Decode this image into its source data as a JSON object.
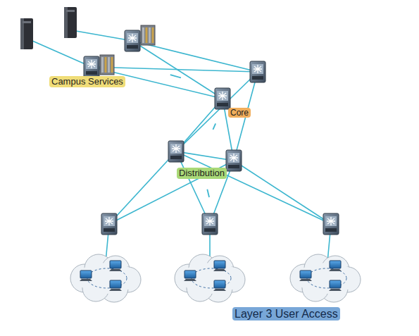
{
  "diagram": {
    "nodes": [
      {
        "text": [
          "Campus Services"
        ]
      },
      {
        "text": [
          "Core"
        ]
      },
      {
        "text": [
          "Distribution"
        ]
      },
      {
        "text": [
          "Layer 3 User Access"
        ]
      }
    ],
    "edges": [
      {
        "from": 0,
        "to": 1,
        "arrow": "none"
      },
      {
        "from": 1,
        "to": 2,
        "arrow": "none"
      },
      {
        "from": 2,
        "to": 3,
        "arrow": "none"
      }
    ]
  }
}
